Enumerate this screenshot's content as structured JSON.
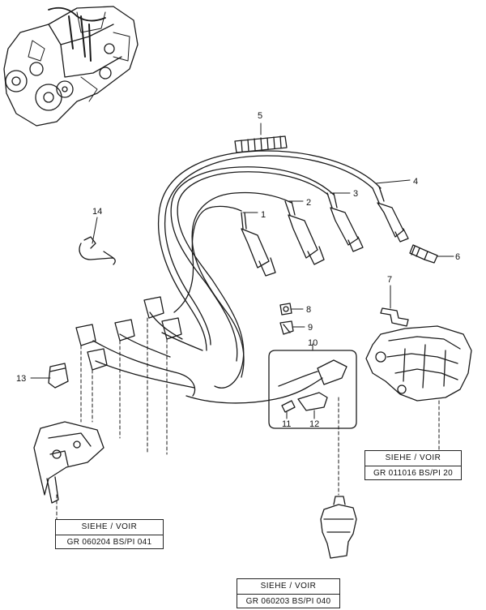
{
  "callouts": [
    "1",
    "2",
    "3",
    "4",
    "5",
    "6",
    "7",
    "8",
    "9",
    "10",
    "11",
    "12",
    "13",
    "14"
  ],
  "references": [
    {
      "title": "SIEHE / VOIR",
      "code": "GR  011016  BS/PI  20"
    },
    {
      "title": "SIEHE / VOIR",
      "code": "GR  060204   BS/PI   041"
    },
    {
      "title": "SIEHE / VOIR",
      "code": "GR  060203  BS/PI  040"
    }
  ],
  "colors": {
    "ink": "#1a1a1a",
    "paper": "#ffffff"
  }
}
